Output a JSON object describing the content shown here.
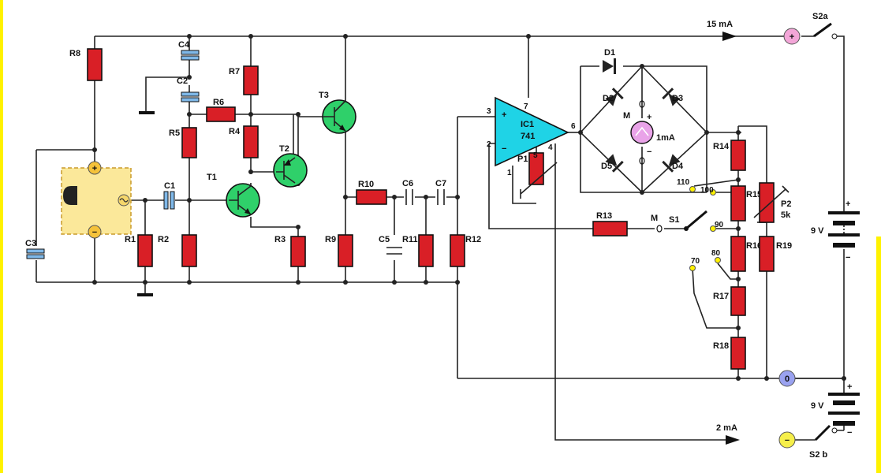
{
  "colors": {
    "resistor": "#d91f26",
    "transistor": "#2fd06a",
    "opamp": "#1fd3e6",
    "capacitor": "#7fb8e8",
    "meter": "#e9a3e8",
    "mic_panel": "#fbe89a",
    "edge_highlight": "#fff200"
  },
  "resistors": {
    "R1": "R1",
    "R2": "R2",
    "R3": "R3",
    "R4": "R4",
    "R5": "R5",
    "R6": "R6",
    "R7": "R7",
    "R8": "R8",
    "R9": "R9",
    "R10": "R10",
    "R11": "R11",
    "R12": "R12",
    "R13": "R13",
    "R14": "R14",
    "R15": "R15",
    "R16": "R16",
    "R17": "R17",
    "R18": "R18",
    "R19": "R19"
  },
  "capacitors": {
    "C1": "C1",
    "C2": "C2",
    "C3": "C3",
    "C4": "C4",
    "C5": "C5",
    "C6": "C6",
    "C7": "C7"
  },
  "transistors": {
    "T1": "T1",
    "T2": "T2",
    "T3": "T3"
  },
  "diodes": {
    "D1": "D1",
    "D2": "D2",
    "D3": "D3",
    "D4": "D4",
    "D5": "D5"
  },
  "opamp": {
    "name": "IC1",
    "type": "741",
    "pin_plus": "3",
    "pin_minus": "2",
    "pin_out": "6",
    "pin_vcc": "7",
    "pin_4": "4",
    "pin_1": "1",
    "pin_5": "5",
    "plus_sign": "+",
    "minus_sign": "−"
  },
  "trimmers": {
    "P1": "P1",
    "P2": "P2",
    "P2_value": "5k"
  },
  "meter": {
    "label": "M",
    "rating": "1mA",
    "plus": "+",
    "minus": "−"
  },
  "switch": {
    "name": "S1",
    "m_label": "M",
    "positions": [
      "110",
      "100",
      "90",
      "80",
      "70"
    ]
  },
  "power": {
    "current_top": "15 mA",
    "current_bottom": "2 mA",
    "battery_top": "9 V",
    "battery_bottom": "9 V",
    "switch_top": "S2a",
    "switch_bottom": "S2 b",
    "terminal_plus": "+",
    "terminal_zero": "0",
    "terminal_minus": "−",
    "batt_plus": "+",
    "batt_minus": "−"
  },
  "mic": {
    "plus": "+",
    "minus": "−"
  }
}
